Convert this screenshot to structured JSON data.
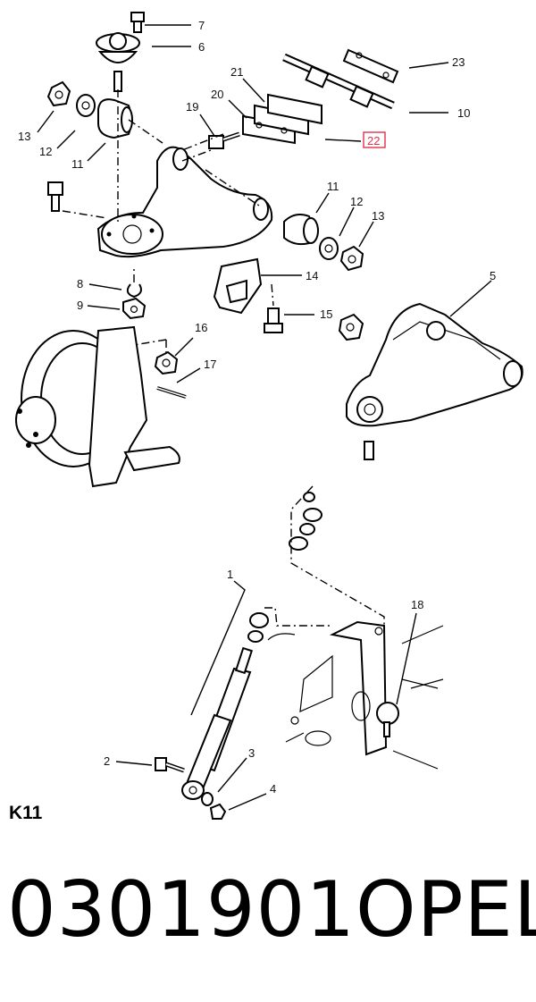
{
  "callouts": {
    "c7": "7",
    "c6": "6",
    "c23": "23",
    "c21": "21",
    "c20": "20",
    "c19": "19",
    "c10": "10",
    "c22": "22",
    "c13a": "13",
    "c12a": "12",
    "c11a": "11",
    "c11b": "11",
    "c12b": "12",
    "c13b": "13",
    "c8": "8",
    "c14": "14",
    "c5": "5",
    "c9": "9",
    "c15": "15",
    "c16": "16",
    "c17": "17",
    "c1": "1",
    "c18": "18",
    "c2": "2",
    "c3": "3",
    "c4": "4"
  },
  "highlight_color": "#e0304a",
  "figure_code": "K11",
  "part_number": "0301901",
  "brand": "OPEL"
}
